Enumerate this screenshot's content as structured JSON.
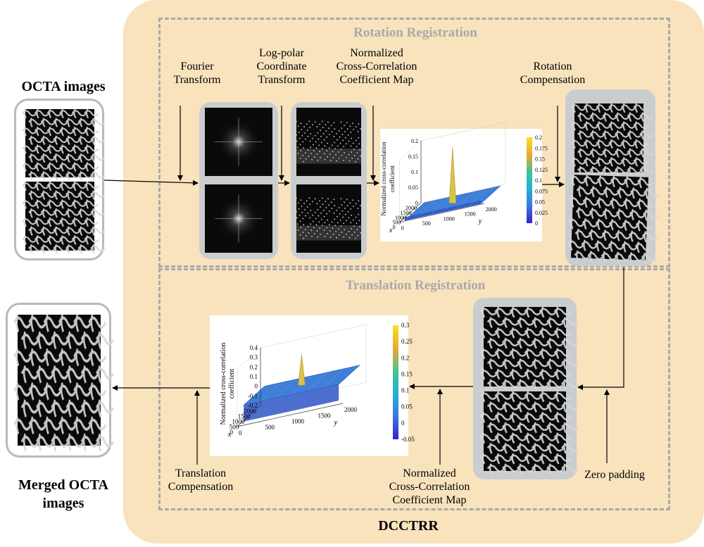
{
  "titles": {
    "input": "OCTA images",
    "output_line1": "Merged OCTA",
    "output_line2": "images",
    "framework": "DCCTRR",
    "rotation_section": "Rotation Registration",
    "translation_section": "Translation Registration"
  },
  "steps": {
    "fourier": [
      "Fourier",
      "Transform"
    ],
    "logpolar": [
      "Log-polar",
      "Coordinate",
      "Transform"
    ],
    "nccc_rot": [
      "Normalized",
      "Cross-Correlation",
      "Coefficient Map"
    ],
    "rot_comp": [
      "Rotation",
      "Compensation"
    ],
    "zero_pad": [
      "Zero padding"
    ],
    "nccc_trans": [
      "Normalized",
      "Cross-Correlation",
      "Coefficient Map"
    ],
    "trans_comp": [
      "Translation",
      "Compensation"
    ]
  },
  "colors": {
    "panel": "#f8e3bd",
    "dashed": "#a9a9a9",
    "frame": "#c9cdd0"
  },
  "chart_data": [
    {
      "type": "surface",
      "zlabel_line1": "Normalized cross-correlation",
      "zlabel_line2": "coefficient",
      "xlabel": "x",
      "ylabel": "y",
      "z_ticks": [
        "0.2",
        "0.15",
        "0.1",
        "0.05",
        "0"
      ],
      "x_ticks": [
        "2000",
        "1500",
        "1000",
        "500",
        "0"
      ],
      "y_ticks": [
        "0",
        "500",
        "1000",
        "1500",
        "2000"
      ],
      "colorbar_ticks": [
        "0.2",
        "0.175",
        "0.15",
        "0.125",
        "0.1",
        "0.075",
        "0.05",
        "0.025",
        "0"
      ]
    },
    {
      "type": "surface",
      "zlabel_line1": "Normalized cross-correlation",
      "zlabel_line2": "coefficient",
      "xlabel": "x",
      "ylabel": "y",
      "z_ticks": [
        "0.4",
        "0.3",
        "0.2",
        "0.1",
        "0",
        "-0.1",
        "-0.2"
      ],
      "x_ticks": [
        "2000",
        "1500",
        "1000",
        "500",
        "0"
      ],
      "y_ticks": [
        "0",
        "500",
        "1000",
        "1500",
        "2000"
      ],
      "colorbar_ticks": [
        "0.3",
        "0.25",
        "0.2",
        "0.15",
        "0.1",
        "0.05",
        "0",
        "-0.05"
      ]
    }
  ]
}
